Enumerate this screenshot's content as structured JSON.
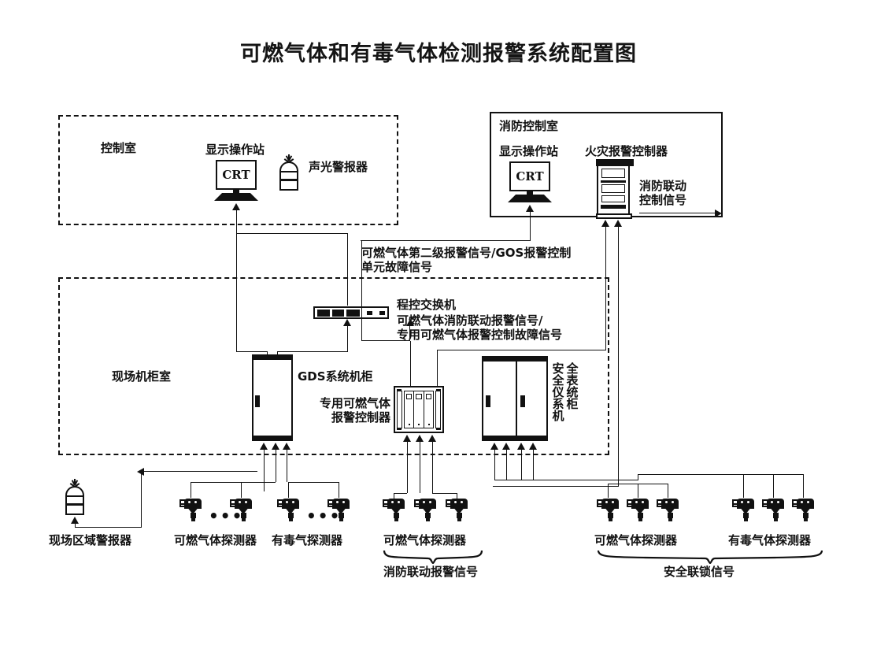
{
  "title": "可燃气体和有毒气体检测报警系统配置图",
  "rooms": {
    "control_room": {
      "label": "控制室"
    },
    "fire_control_room": {
      "label": "消防控制室"
    },
    "field_cabinet_room": {
      "label": "现场机柜室"
    }
  },
  "control_room_items": {
    "workstation_label": "显示操作站",
    "workstation_screen": "CRT",
    "beacon_label": "声光警报器"
  },
  "fire_room_items": {
    "workstation_label": "显示操作站",
    "workstation_screen": "CRT",
    "controller_label": "火灾报警控制器",
    "linkage_signal_line1": "消防联动",
    "linkage_signal_line2": "控制信号"
  },
  "signals": {
    "second_level_line1": "可燃气体第二级报警信号/GOS报警控制",
    "second_level_line2": "单元故障信号",
    "switch_label": "程控交换机",
    "switch_signal_line1": "可燃气体消防联动报警信号/",
    "switch_signal_line2": "专用可燃气体报警控制故障信号",
    "fire_linkage_alarm": "消防联动报警信号",
    "safety_interlock": "安全联锁信号"
  },
  "cabinets": {
    "gds_label": "GDS系统机柜",
    "dedicated_controller_line1": "专用可燃气体",
    "dedicated_controller_line2": "报警控制器",
    "sis_col1": "安全仪系机",
    "sis_col2": "全表统柜",
    "sis_label": "安全仪表系统机柜"
  },
  "field_devices": {
    "area_alarm_label": "现场区域警报器",
    "combustible_detector_1": "可燃气体探测器",
    "toxic_detector_1": "有毒气探测器",
    "combustible_detector_2": "可燃气体探测器",
    "combustible_detector_3": "可燃气体探测器",
    "toxic_detector_2": "有毒气体探测器",
    "ellipsis": "•••"
  },
  "colors": {
    "line": "#111111",
    "background": "#ffffff"
  }
}
